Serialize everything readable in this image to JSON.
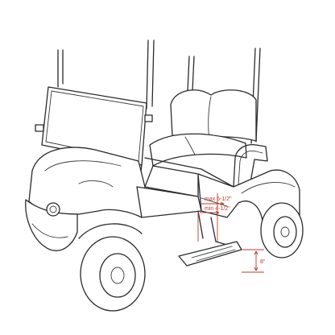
{
  "dimensions": {
    "max_label": "max 5-1/2\"",
    "min_label": "min 4-1/2\"",
    "height_label": "8\""
  },
  "colors": {
    "line": "#2a2a2a",
    "dimension": "#c0392b"
  }
}
